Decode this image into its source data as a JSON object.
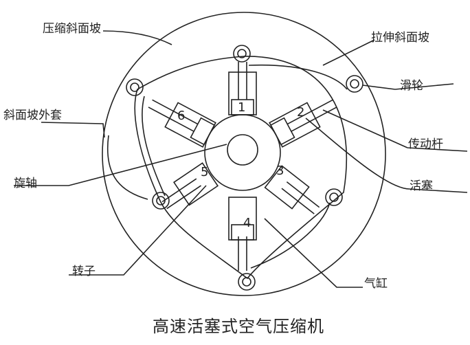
{
  "title": "高速活塞式空气压缩机",
  "labels": {
    "compression_ramp": "压缩斜面坡",
    "tension_ramp": "拉伸斜面坡",
    "pulley": "滑轮",
    "ramp_housing": "斜面坡外套",
    "connecting_rod": "传动杆",
    "rotating_shaft": "旋轴",
    "piston": "活塞",
    "rotor": "转子",
    "cylinder": "气缸"
  },
  "cylinder_numbers": [
    "1",
    "2",
    "3",
    "4",
    "5",
    "6"
  ]
}
